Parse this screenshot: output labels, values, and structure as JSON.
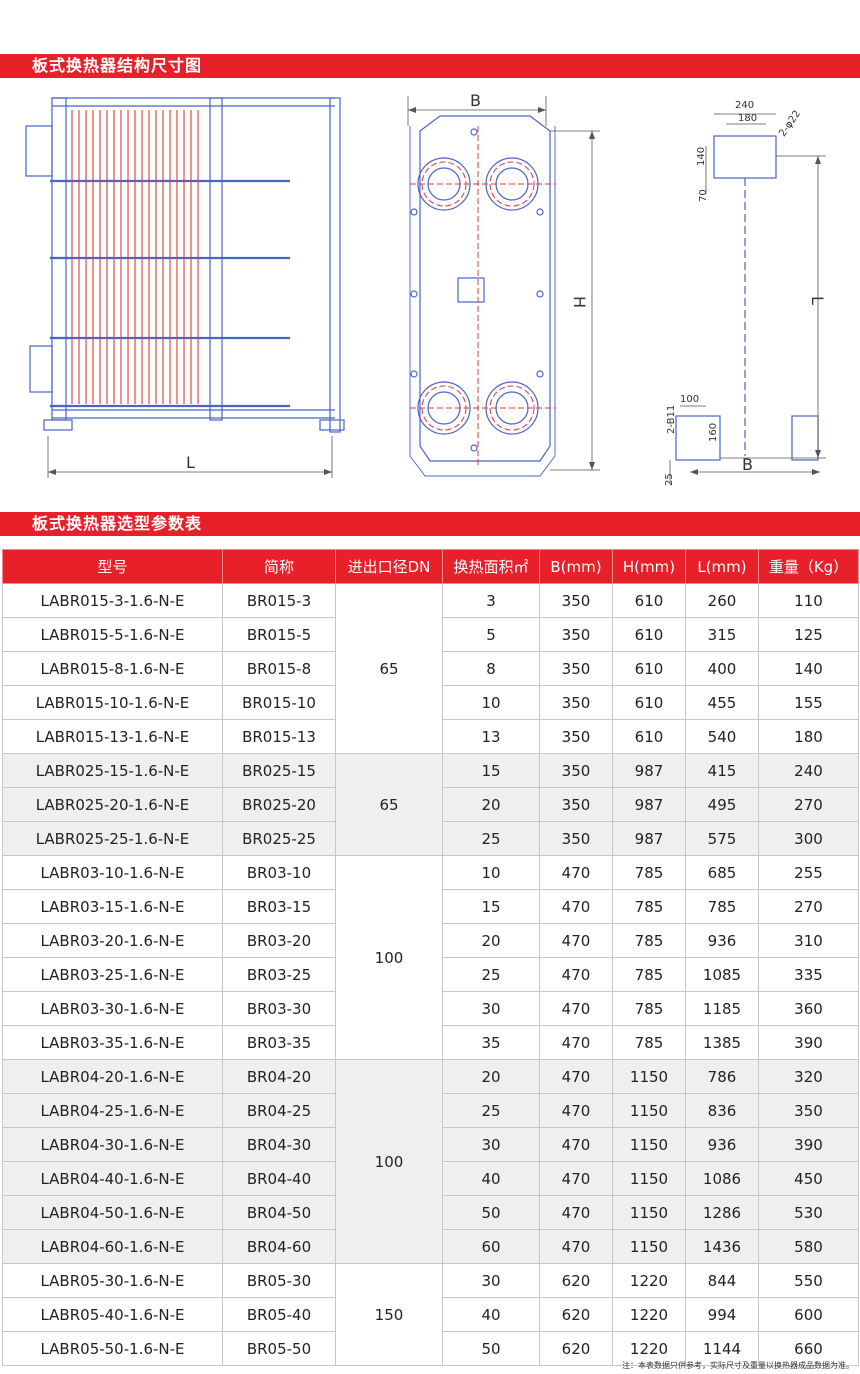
{
  "section1": {
    "title": "板式换热器结构尺寸图"
  },
  "section2": {
    "title": "板式换热器选型参数表"
  },
  "drawings": {
    "side_view": {
      "dim_L": "L"
    },
    "front_view": {
      "dim_B": "B",
      "dim_H": "H"
    },
    "foot_view": {
      "dim_240": "240",
      "dim_180": "180",
      "dim_hole": "2-φ22",
      "dim_140": "140",
      "dim_70": "70",
      "dim_L": "L",
      "dim_100": "100",
      "dim_2b11": "2-B11",
      "dim_160": "160",
      "dim_25": "25",
      "dim_B": "B"
    }
  },
  "table": {
    "headers": [
      "型号",
      "简称",
      "进出口径DN",
      "换热面积㎡",
      "B(mm)",
      "H(mm)",
      "L(mm)",
      "重量（Kg）"
    ],
    "groups": [
      {
        "dn": "65",
        "rows": [
          {
            "model": "LABR015-3-1.6-N-E",
            "short": "BR015-3",
            "area": "3",
            "b": "350",
            "h": "610",
            "l": "260",
            "weight": "110"
          },
          {
            "model": "LABR015-5-1.6-N-E",
            "short": "BR015-5",
            "area": "5",
            "b": "350",
            "h": "610",
            "l": "315",
            "weight": "125"
          },
          {
            "model": "LABR015-8-1.6-N-E",
            "short": "BR015-8",
            "area": "8",
            "b": "350",
            "h": "610",
            "l": "400",
            "weight": "140"
          },
          {
            "model": "LABR015-10-1.6-N-E",
            "short": "BR015-10",
            "area": "10",
            "b": "350",
            "h": "610",
            "l": "455",
            "weight": "155"
          },
          {
            "model": "LABR015-13-1.6-N-E",
            "short": "BR015-13",
            "area": "13",
            "b": "350",
            "h": "610",
            "l": "540",
            "weight": "180"
          }
        ]
      },
      {
        "dn": "65",
        "rows": [
          {
            "model": "LABR025-15-1.6-N-E",
            "short": "BR025-15",
            "area": "15",
            "b": "350",
            "h": "987",
            "l": "415",
            "weight": "240"
          },
          {
            "model": "LABR025-20-1.6-N-E",
            "short": "BR025-20",
            "area": "20",
            "b": "350",
            "h": "987",
            "l": "495",
            "weight": "270"
          },
          {
            "model": "LABR025-25-1.6-N-E",
            "short": "BR025-25",
            "area": "25",
            "b": "350",
            "h": "987",
            "l": "575",
            "weight": "300"
          }
        ]
      },
      {
        "dn": "100",
        "rows": [
          {
            "model": "LABR03-10-1.6-N-E",
            "short": "BR03-10",
            "area": "10",
            "b": "470",
            "h": "785",
            "l": "685",
            "weight": "255"
          },
          {
            "model": "LABR03-15-1.6-N-E",
            "short": "BR03-15",
            "area": "15",
            "b": "470",
            "h": "785",
            "l": "785",
            "weight": "270"
          },
          {
            "model": "LABR03-20-1.6-N-E",
            "short": "BR03-20",
            "area": "20",
            "b": "470",
            "h": "785",
            "l": "936",
            "weight": "310"
          },
          {
            "model": "LABR03-25-1.6-N-E",
            "short": "BR03-25",
            "area": "25",
            "b": "470",
            "h": "785",
            "l": "1085",
            "weight": "335"
          },
          {
            "model": "LABR03-30-1.6-N-E",
            "short": "BR03-30",
            "area": "30",
            "b": "470",
            "h": "785",
            "l": "1185",
            "weight": "360"
          },
          {
            "model": "LABR03-35-1.6-N-E",
            "short": "BR03-35",
            "area": "35",
            "b": "470",
            "h": "785",
            "l": "1385",
            "weight": "390"
          }
        ]
      },
      {
        "dn": "100",
        "rows": [
          {
            "model": "LABR04-20-1.6-N-E",
            "short": "BR04-20",
            "area": "20",
            "b": "470",
            "h": "1150",
            "l": "786",
            "weight": "320"
          },
          {
            "model": "LABR04-25-1.6-N-E",
            "short": "BR04-25",
            "area": "25",
            "b": "470",
            "h": "1150",
            "l": "836",
            "weight": "350"
          },
          {
            "model": "LABR04-30-1.6-N-E",
            "short": "BR04-30",
            "area": "30",
            "b": "470",
            "h": "1150",
            "l": "936",
            "weight": "390"
          },
          {
            "model": "LABR04-40-1.6-N-E",
            "short": "BR04-40",
            "area": "40",
            "b": "470",
            "h": "1150",
            "l": "1086",
            "weight": "450"
          },
          {
            "model": "LABR04-50-1.6-N-E",
            "short": "BR04-50",
            "area": "50",
            "b": "470",
            "h": "1150",
            "l": "1286",
            "weight": "530"
          },
          {
            "model": "LABR04-60-1.6-N-E",
            "short": "BR04-60",
            "area": "60",
            "b": "470",
            "h": "1150",
            "l": "1436",
            "weight": "580"
          }
        ]
      },
      {
        "dn": "150",
        "rows": [
          {
            "model": "LABR05-30-1.6-N-E",
            "short": "BR05-30",
            "area": "30",
            "b": "620",
            "h": "1220",
            "l": "844",
            "weight": "550"
          },
          {
            "model": "LABR05-40-1.6-N-E",
            "short": "BR05-40",
            "area": "40",
            "b": "620",
            "h": "1220",
            "l": "994",
            "weight": "600"
          },
          {
            "model": "LABR05-50-1.6-N-E",
            "short": "BR05-50",
            "area": "50",
            "b": "620",
            "h": "1220",
            "l": "1144",
            "weight": "660"
          }
        ]
      }
    ]
  },
  "footnote": "注：本表数据只供参考，实际尺寸及重量以换热器成品数据为准。",
  "colors": {
    "accent": "#e8202a",
    "drawing_blue": "#4a63c8",
    "drawing_red": "#e03a3a"
  }
}
